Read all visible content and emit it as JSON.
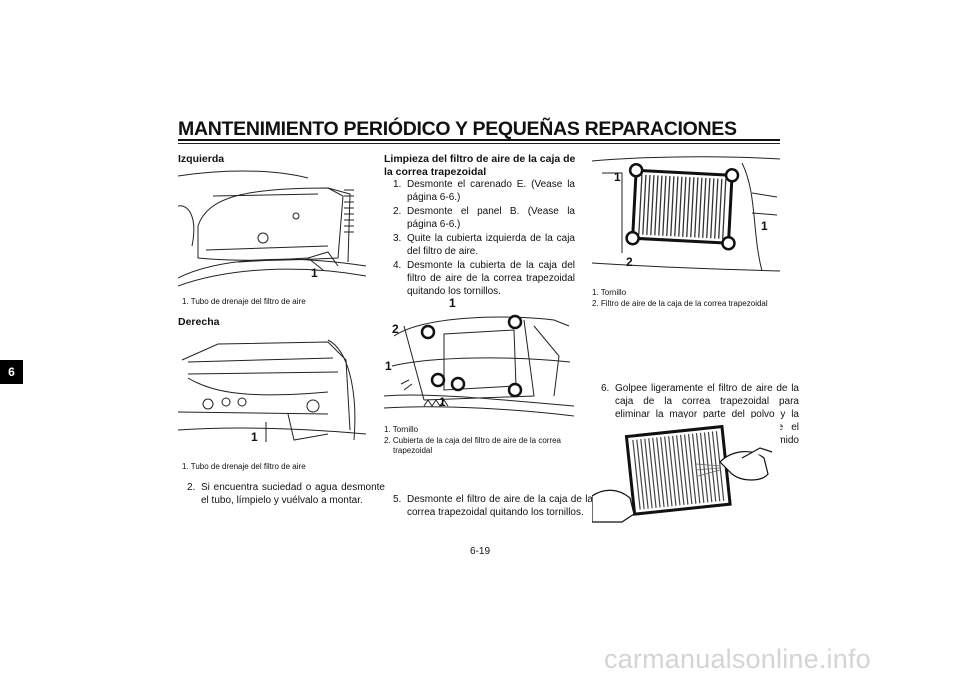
{
  "page": {
    "title": "MANTENIMIENTO PERIÓDICO Y PEQUEÑAS REPARACIONES",
    "chapter_tab": "6",
    "page_number": "6-19",
    "watermark": "carmanualsonline.info"
  },
  "col1": {
    "left_heading": "Izquierda",
    "left_callout": "1",
    "left_caption": "1. Tubo de drenaje del filtro de aire",
    "right_heading": "Derecha",
    "right_callout": "1",
    "right_caption": "1. Tubo de drenaje del filtro de aire",
    "step2_num": "2.",
    "step2_text": "Si encuentra suciedad o agua desmonte el tubo, límpielo y vuélvalo a montar."
  },
  "col2": {
    "heading": "Limpieza del filtro de aire de la caja de la correa trapezoidal",
    "steps": [
      {
        "num": "1.",
        "text": "Desmonte el carenado E. (Vease la página 6-6.)"
      },
      {
        "num": "2.",
        "text": "Desmonte el panel B. (Vease la página 6-6.)"
      },
      {
        "num": "3.",
        "text": "Quite la cubierta izquierda de la caja del filtro de aire."
      },
      {
        "num": "4.",
        "text": "Desmonte la cubierta de la caja del filtro de aire de la correa trapezoidal quitando los tornillos."
      }
    ],
    "fig_callouts": [
      "1",
      "2",
      "1",
      "1"
    ],
    "caption1": "1. Tornillo",
    "caption2": "2. Cubierta de la caja del filtro de aire de la correa trapezoidal",
    "step5_num": "5.",
    "step5_text": "Desmonte el filtro de aire de la caja de la correa trapezoidal quitando los tornillos."
  },
  "col3": {
    "fig_callouts": [
      "1",
      "1",
      "2"
    ],
    "caption1": "1. Tornillo",
    "caption2": "2. Filtro de aire de la caja de la correa trapezoidal",
    "step6_num": "6.",
    "step6_text": "Golpee ligeramente el filtro de aire de la caja de la correa trapezoidal para eliminar la mayor parte del polvo y la suciedad y, seguidamente, elimine el resto de suciedad con aire comprimido como se muestra."
  }
}
